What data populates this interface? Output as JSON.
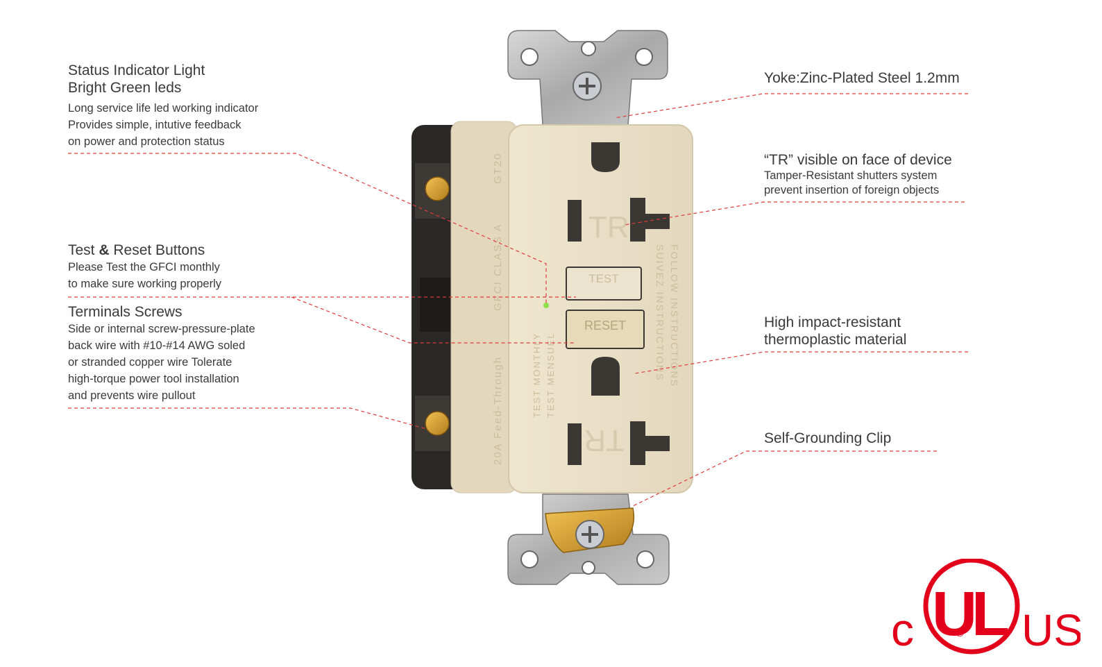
{
  "callouts": {
    "status": {
      "title_line1": "Status Indicator Light",
      "title_line2": "Bright Green leds",
      "body": [
        "Long service life led working indicator",
        "Provides simple, intutive feedback",
        "on power and protection status"
      ]
    },
    "test_reset": {
      "title_pre": "Test ",
      "title_amp": "&",
      "title_post": " Reset Buttons",
      "body": [
        "Please Test the GFCI monthly",
        "to make sure working properly"
      ]
    },
    "terminals": {
      "title": "Terminals Screws",
      "body": [
        "Side or internal screw-pressure-plate",
        "back wire with #10-#14 AWG soled",
        "or stranded copper wire Tolerate",
        "high-torque power tool installation",
        "and prevents wire pullout"
      ]
    },
    "yoke": {
      "title": "Yoke:Zinc-Plated Steel 1.2mm"
    },
    "tr": {
      "title": "“TR” visible on face of device",
      "body": [
        "Tamper-Resistant shutters system",
        "prevent insertion of foreign objects"
      ]
    },
    "impact": {
      "title_line1": "High impact-resistant",
      "title_line2": "thermoplastic material"
    },
    "grounding": {
      "title": "Self-Grounding Clip"
    }
  },
  "device": {
    "tr_top": "TR",
    "tr_bottom": "TR",
    "test": "TEST",
    "reset": "RESET",
    "side_gt": "GT20",
    "side_class": "GFCI CLASS A",
    "side_feed": "20A Feed-Through",
    "follow": "FOLLOW INSTRUCTIONS",
    "suivez": "SUIVEZ INSTRUCTIONS",
    "test_monthly": "TEST MONTHLY",
    "test_mensuel": "TEST MENSUEL"
  },
  "logo": {
    "c": "c",
    "ul": "UL",
    "us": "US",
    "reg": "®"
  },
  "colors": {
    "leader": "#e03a3a",
    "body": "#e9dfc8",
    "logo": "#e3001b",
    "led": "#8ee04a"
  }
}
